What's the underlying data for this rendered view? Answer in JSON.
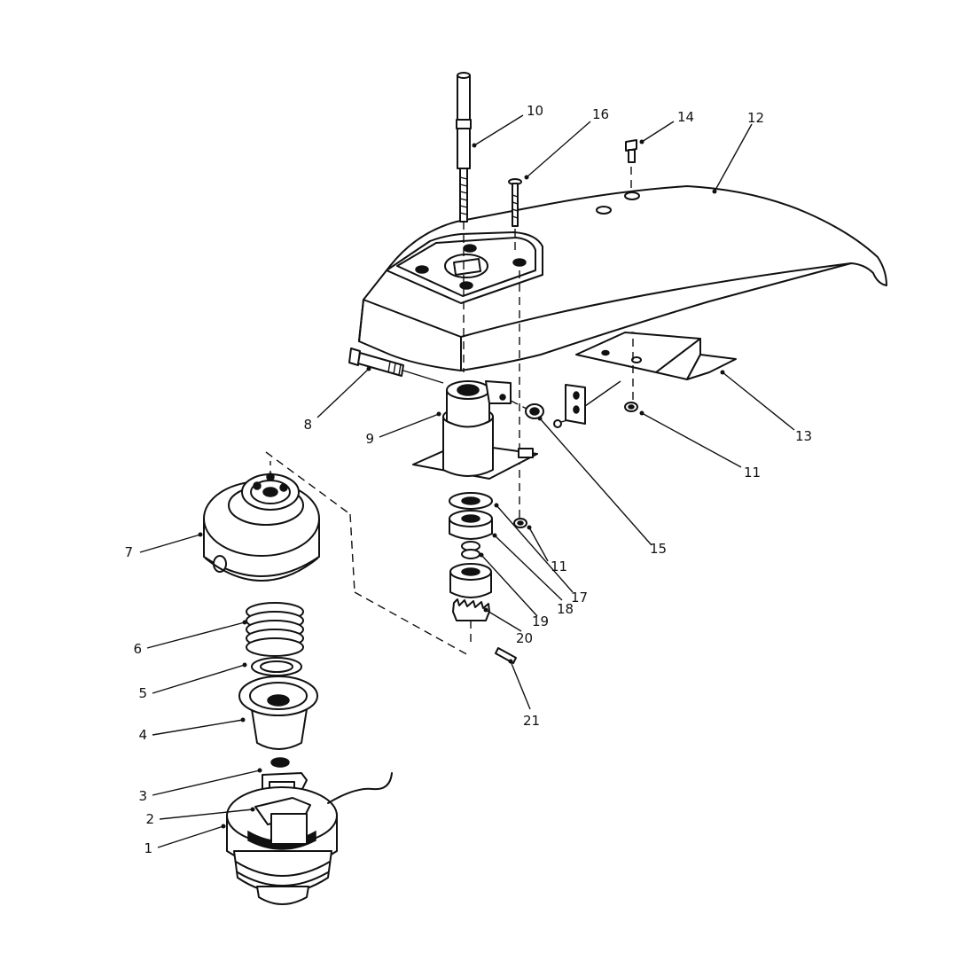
{
  "callouts": [
    {
      "number": "1"
    },
    {
      "number": "2"
    },
    {
      "number": "3"
    },
    {
      "number": "4"
    },
    {
      "number": "5"
    },
    {
      "number": "6"
    },
    {
      "number": "7"
    },
    {
      "number": "8"
    },
    {
      "number": "9"
    },
    {
      "number": "10"
    },
    {
      "number": "11"
    },
    {
      "number": "11"
    },
    {
      "number": "12"
    },
    {
      "number": "13"
    },
    {
      "number": "14"
    },
    {
      "number": "15"
    },
    {
      "number": "16"
    },
    {
      "number": "17"
    },
    {
      "number": "18"
    },
    {
      "number": "19"
    },
    {
      "number": "20"
    },
    {
      "number": "21"
    }
  ]
}
